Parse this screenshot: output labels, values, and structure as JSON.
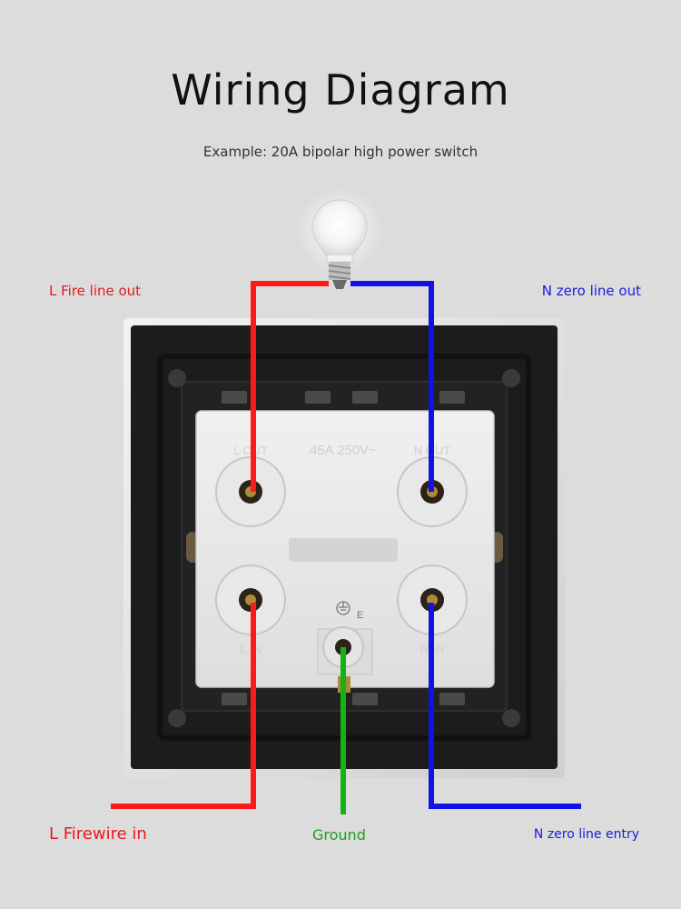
{
  "header": {
    "title": "Wiring Diagram",
    "subtitle": "Example: 20A bipolar high power switch"
  },
  "labels": {
    "l_fire_out": "L Fire line out",
    "n_zero_out": "N zero line out",
    "l_firewire_in": "L Firewire in",
    "ground": "Ground",
    "n_zero_entry": "N zero line entry"
  },
  "module": {
    "rating": "45A 250V~",
    "terminal_l_out": "L OUT",
    "terminal_n_out": "N OUT",
    "terminal_l_in": "L IN",
    "terminal_n_in": "N IN",
    "earth_mark": "E"
  },
  "colors": {
    "live": "#ff1a1a",
    "neutral": "#1212e6",
    "ground": "#12b312",
    "background": "#dcdcdc",
    "panel": "#1c1c1c",
    "module": "#ebebeb"
  },
  "icons": [
    "light-bulb-icon",
    "earth-ground-icon"
  ]
}
